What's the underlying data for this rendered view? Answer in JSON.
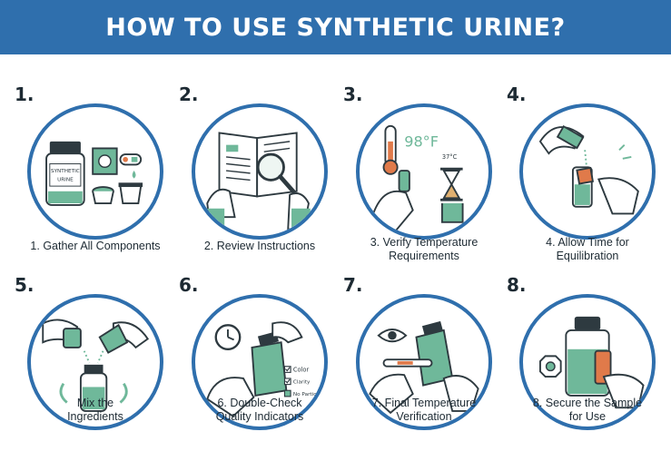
{
  "header": {
    "title": "HOW TO USE SYNTHETIC URINE?"
  },
  "colors": {
    "header_bg": "#2f6fad",
    "circle_border": "#2f6fad",
    "accent_green": "#6fb89a",
    "ink": "#1d2a33"
  },
  "steps": [
    {
      "number": "1.",
      "caption": [
        "1. Gather All Components"
      ],
      "bottle_label": [
        "SYNTHETIC",
        "URINE"
      ],
      "icon": "components-icon"
    },
    {
      "number": "2.",
      "caption": [
        "2. Review Instructions"
      ],
      "icon": "magnifier-icon"
    },
    {
      "number": "3.",
      "caption": [
        "3. Verify Temperature",
        "Requirements"
      ],
      "temp_f": "98°F",
      "temp_c": "37°C",
      "icon": "thermometer-icon"
    },
    {
      "number": "4.",
      "caption": [
        "4. Allow Time for",
        "Equilibration"
      ],
      "icon": "pour-icon"
    },
    {
      "number": "5.",
      "caption": [
        "Mix the",
        "Ingredients"
      ],
      "icon": "mix-icon"
    },
    {
      "number": "6.",
      "caption": [
        "6. Double-Check",
        "Quality Indicators"
      ],
      "checklist": [
        "Color",
        "Clarity",
        "No Particles"
      ],
      "icon": "checklist-icon"
    },
    {
      "number": "7.",
      "caption": [
        "7. Final Temperature",
        "Verification"
      ],
      "icon": "eye-icon"
    },
    {
      "number": "8.",
      "caption": [
        "8. Secure the Sample",
        "for Use"
      ],
      "icon": "lock-icon"
    }
  ]
}
